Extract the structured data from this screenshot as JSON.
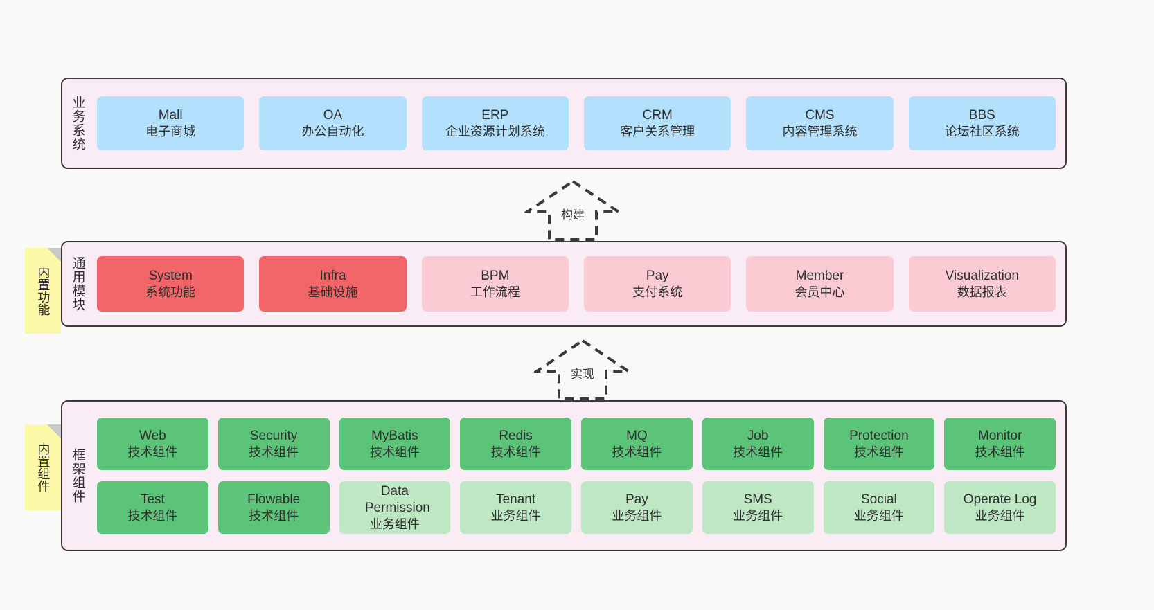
{
  "diagram": {
    "title": "ruoyi-vue-pro architecture layers",
    "colors": {
      "layer_bg": "#faecf5",
      "layer_border": "#40383c",
      "business": "#b3e0fc",
      "module_core": "#f2666a",
      "module_optional": "#fbcbd4",
      "component_tech": "#5cc479",
      "component_biz": "#bde8c3",
      "sticky": "#fbf8a8",
      "sticky_fold": "#c9c9c9",
      "page_bg": "#f9f9f8"
    }
  },
  "layers": [
    {
      "id": "business-systems",
      "title": "业务系统",
      "cards": [
        {
          "en": "Mall",
          "cn": "电子商城",
          "style": "c-blue"
        },
        {
          "en": "OA",
          "cn": "办公自动化",
          "style": "c-blue"
        },
        {
          "en": "ERP",
          "cn": "企业资源计划系统",
          "style": "c-blue"
        },
        {
          "en": "CRM",
          "cn": "客户关系管理",
          "style": "c-blue"
        },
        {
          "en": "CMS",
          "cn": "内容管理系统",
          "style": "c-blue"
        },
        {
          "en": "BBS",
          "cn": "论坛社区系统",
          "style": "c-blue"
        }
      ]
    },
    {
      "id": "common-modules",
      "title": "通用模块",
      "sticky": "内置功能",
      "cards": [
        {
          "en": "System",
          "cn": "系统功能",
          "style": "c-red"
        },
        {
          "en": "Infra",
          "cn": "基础设施",
          "style": "c-red"
        },
        {
          "en": "BPM",
          "cn": "工作流程",
          "style": "c-pink"
        },
        {
          "en": "Pay",
          "cn": "支付系统",
          "style": "c-pink"
        },
        {
          "en": "Member",
          "cn": "会员中心",
          "style": "c-pink"
        },
        {
          "en": "Visualization",
          "cn": "数据报表",
          "style": "c-pink"
        }
      ]
    },
    {
      "id": "framework-components",
      "title": "框架组件",
      "sticky": "内置组件",
      "rows": [
        [
          {
            "en": "Web",
            "cn": "技术组件",
            "style": "c-green"
          },
          {
            "en": "Security",
            "cn": "技术组件",
            "style": "c-green"
          },
          {
            "en": "MyBatis",
            "cn": "技术组件",
            "style": "c-green"
          },
          {
            "en": "Redis",
            "cn": "技术组件",
            "style": "c-green"
          },
          {
            "en": "MQ",
            "cn": "技术组件",
            "style": "c-green"
          },
          {
            "en": "Job",
            "cn": "技术组件",
            "style": "c-green"
          },
          {
            "en": "Protection",
            "cn": "技术组件",
            "style": "c-green"
          },
          {
            "en": "Monitor",
            "cn": "技术组件",
            "style": "c-green"
          }
        ],
        [
          {
            "en": "Test",
            "cn": "技术组件",
            "style": "c-green"
          },
          {
            "en": "Flowable",
            "cn": "技术组件",
            "style": "c-green"
          },
          {
            "en": "Data Permission",
            "cn": "业务组件",
            "style": "c-greenlite"
          },
          {
            "en": "Tenant",
            "cn": "业务组件",
            "style": "c-greenlite"
          },
          {
            "en": "Pay",
            "cn": "业务组件",
            "style": "c-greenlite"
          },
          {
            "en": "SMS",
            "cn": "业务组件",
            "style": "c-greenlite"
          },
          {
            "en": "Social",
            "cn": "业务组件",
            "style": "c-greenlite"
          },
          {
            "en": "Operate Log",
            "cn": "业务组件",
            "style": "c-greenlite"
          }
        ]
      ]
    }
  ],
  "connectors": [
    {
      "id": "build-arrow",
      "label": "构建"
    },
    {
      "id": "implement-arrow",
      "label": "实现"
    }
  ]
}
